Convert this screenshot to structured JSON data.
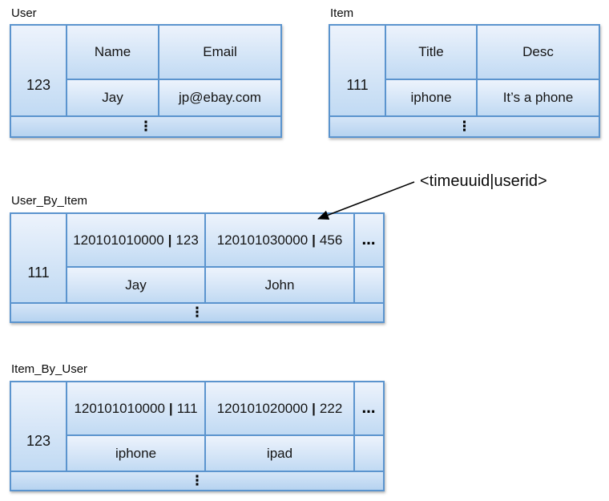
{
  "colors": {
    "border_blue": "#5b94ce",
    "cell_top": "#edf3fc",
    "cell_bottom": "#c1daf3",
    "ellipsis_top": "#d5e5f7",
    "ellipsis_bottom": "#b6d3f0"
  },
  "tables": {
    "user": {
      "title": "User",
      "row_key": "123",
      "columns": [
        {
          "header": "Name",
          "value": "Jay"
        },
        {
          "header": "Email",
          "value": "jp@ebay.com"
        }
      ],
      "ellipsis": "⋮"
    },
    "item": {
      "title": "Item",
      "row_key": "111",
      "columns": [
        {
          "header": "Title",
          "value": "iphone"
        },
        {
          "header": "Desc",
          "value": "It’s a phone"
        }
      ],
      "ellipsis": "⋮"
    },
    "user_by_item": {
      "title": "User_By_Item",
      "row_key": "111",
      "columns": [
        {
          "header_time": "120101010000",
          "sep": "|",
          "header_id": "123",
          "value": "Jay"
        },
        {
          "header_time": "120101030000",
          "sep": "|",
          "header_id": "456",
          "value": "John"
        }
      ],
      "overflow_header": "…",
      "ellipsis": "⋮"
    },
    "item_by_user": {
      "title": "Item_By_User",
      "row_key": "123",
      "columns": [
        {
          "header_time": "120101010000",
          "sep": "|",
          "header_id": "111",
          "value": "iphone"
        },
        {
          "header_time": "120101020000",
          "sep": "|",
          "header_id": "222",
          "value": "ipad"
        }
      ],
      "overflow_header": "…",
      "ellipsis": "⋮"
    }
  },
  "annotation": {
    "label": "<timeuuid|userid>"
  }
}
